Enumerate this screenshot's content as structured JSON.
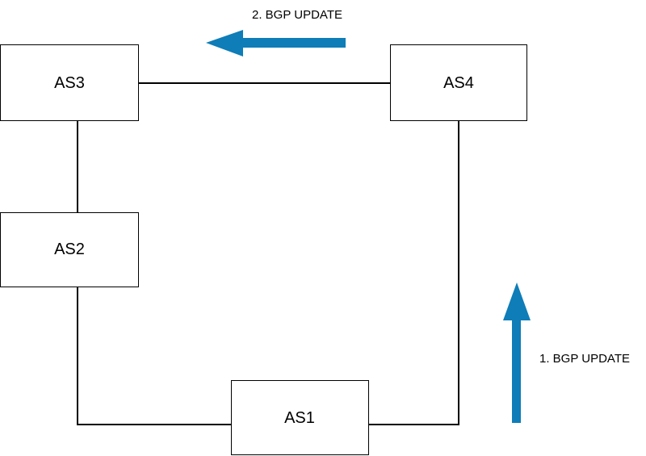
{
  "colors": {
    "arrow": "#0e7db8",
    "box_stroke": "#000000",
    "line": "#000000",
    "background": "#ffffff"
  },
  "nodes": {
    "as1": {
      "label": "AS1"
    },
    "as2": {
      "label": "AS2"
    },
    "as3": {
      "label": "AS3"
    },
    "as4": {
      "label": "AS4"
    }
  },
  "links": [
    "AS3-AS4",
    "AS3-AS2",
    "AS2-AS1",
    "AS1-AS4"
  ],
  "updates": [
    {
      "label": "1. BGP UPDATE",
      "direction": "up"
    },
    {
      "label": "2. BGP UPDATE",
      "direction": "left"
    }
  ]
}
